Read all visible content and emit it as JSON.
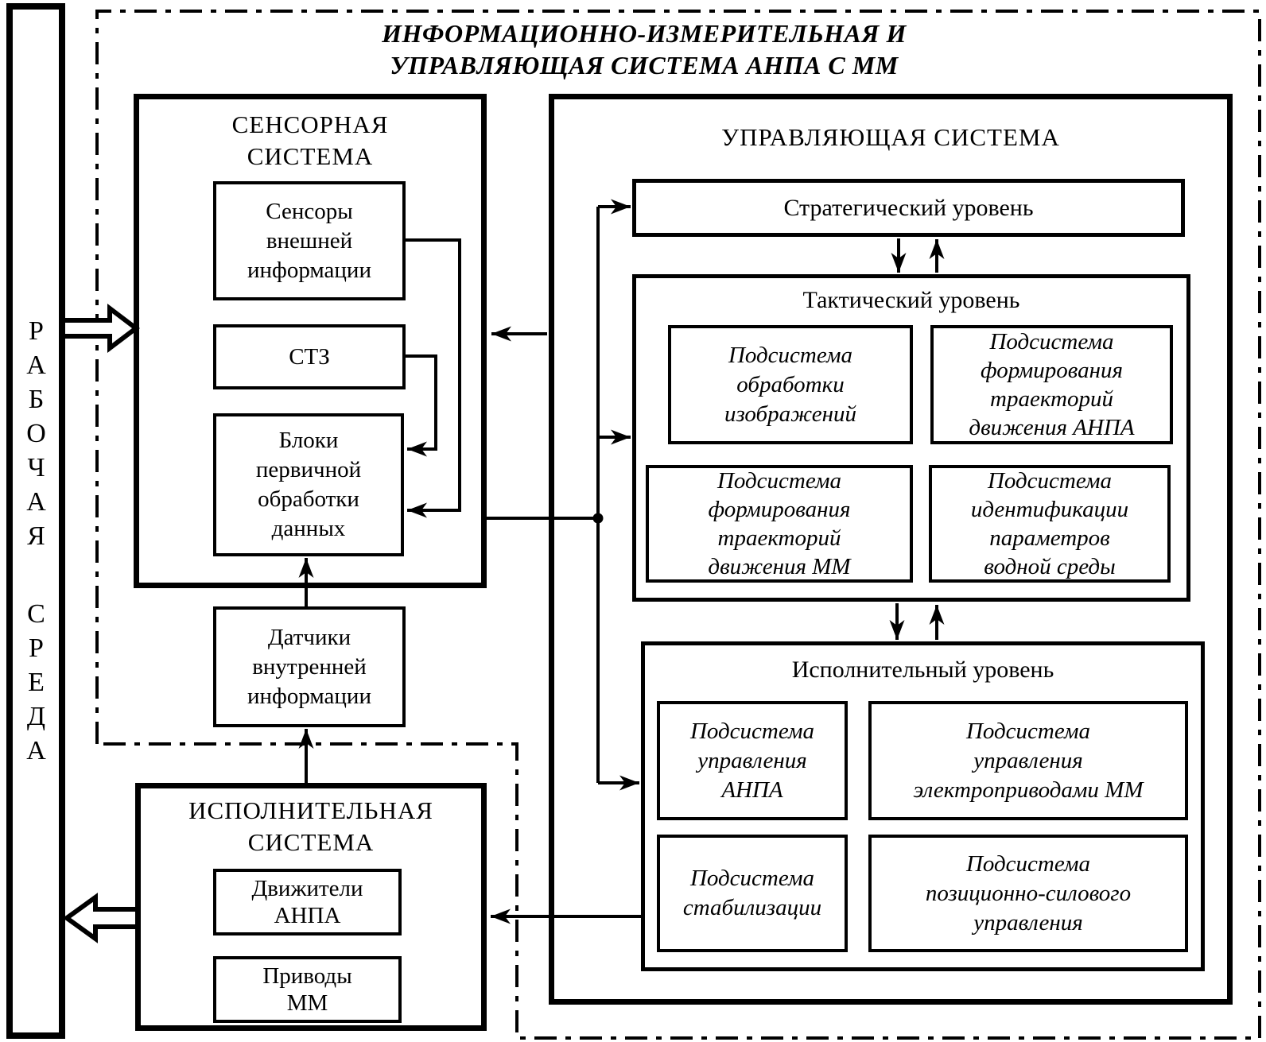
{
  "title": "ИНФОРМАЦИОННО-ИЗМЕРИТЕЛЬНАЯ И\nУПРАВЛЯЮЩАЯ СИСТЕМА АНПА С ММ",
  "environment": {
    "label": "РАБОЧАЯ СРЕДА"
  },
  "sensor_system": {
    "title": "СЕНСОРНАЯ\nСИСТЕМА",
    "external_sensors": "Сенсоры\nвнешней\nинформации",
    "stz": "СТЗ",
    "preprocessing": "Блоки\nпервичной\nобработки\nданных"
  },
  "internal_sensors": "Датчики\nвнутренней\nинформации",
  "executive_system": {
    "title": "ИСПОЛНИТЕЛЬНАЯ\nСИСТЕМА",
    "thrusters": "Движители\nАНПА",
    "drives": "Приводы\nММ"
  },
  "control_system": {
    "title": "УПРАВЛЯЮЩАЯ СИСТЕМА",
    "strategic_level": "Стратегический уровень",
    "tactical": {
      "title": "Тактический уровень",
      "blocks": [
        "Подсистема\nобработки\nизображений",
        "Подсистема\nформирования\nтраекторий\nдвижения АНПА",
        "Подсистема\nформирования\nтраекторий\nдвижения ММ",
        "Подсистема\nидентификации\nпараметров\nводной среды"
      ]
    },
    "executive_level": {
      "title": "Исполнительный уровень",
      "blocks": [
        "Подсистема\nуправления\nАНПА",
        "Подсистема\nуправления\nэлектроприводами ММ",
        "Подсистема\nстабилизации",
        "Подсистема\nпозиционно-силового\nуправления"
      ]
    }
  }
}
